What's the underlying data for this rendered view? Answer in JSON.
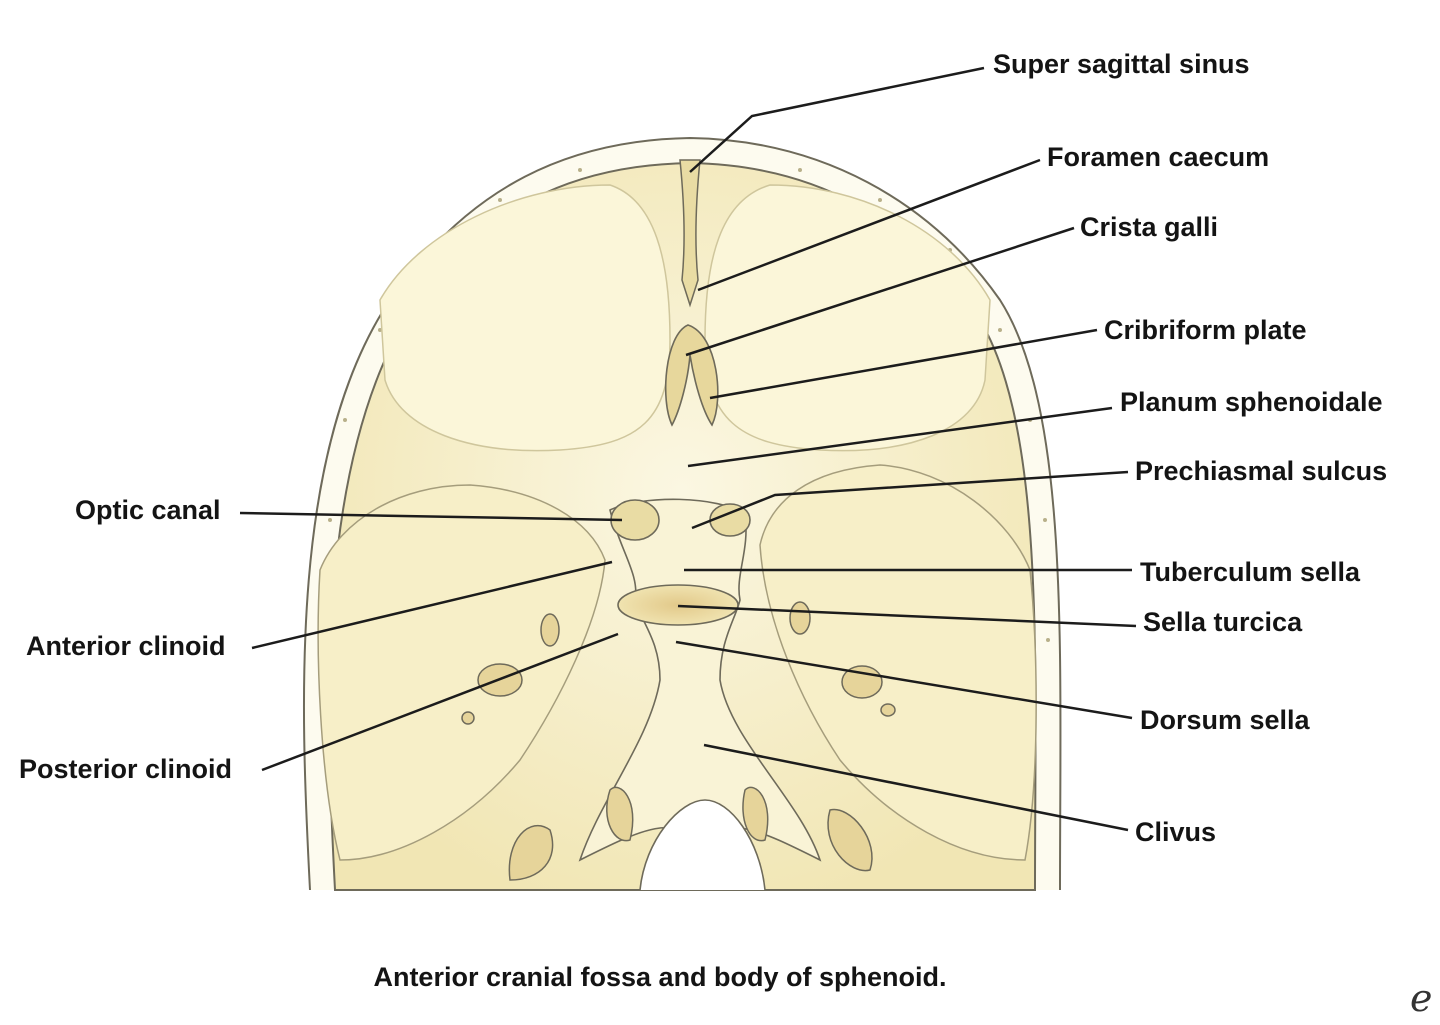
{
  "caption": "Anterior cranial fossa and body of sphenoid.",
  "colors": {
    "bone": "#f6f0cc",
    "bone_shade": "#ead99a",
    "outline": "#6e6a5a",
    "leader": "#1c1c1c"
  },
  "labels": {
    "super_sagittal_sinus": "Super sagittal sinus",
    "foramen_caecum": "Foramen caecum",
    "crista_galli": "Crista galli",
    "cribriform_plate": "Cribriform plate",
    "planum_sphenoidale": "Planum sphenoidale",
    "prechiasmal_sulcus": "Prechiasmal sulcus",
    "optic_canal": "Optic canal",
    "tuberculum_sella": "Tuberculum sella",
    "anterior_clinoid": "Anterior clinoid",
    "sella_turcica": "Sella turcica",
    "dorsum_sella": "Dorsum sella",
    "posterior_clinoid": "Posterior clinoid",
    "clivus": "Clivus"
  }
}
